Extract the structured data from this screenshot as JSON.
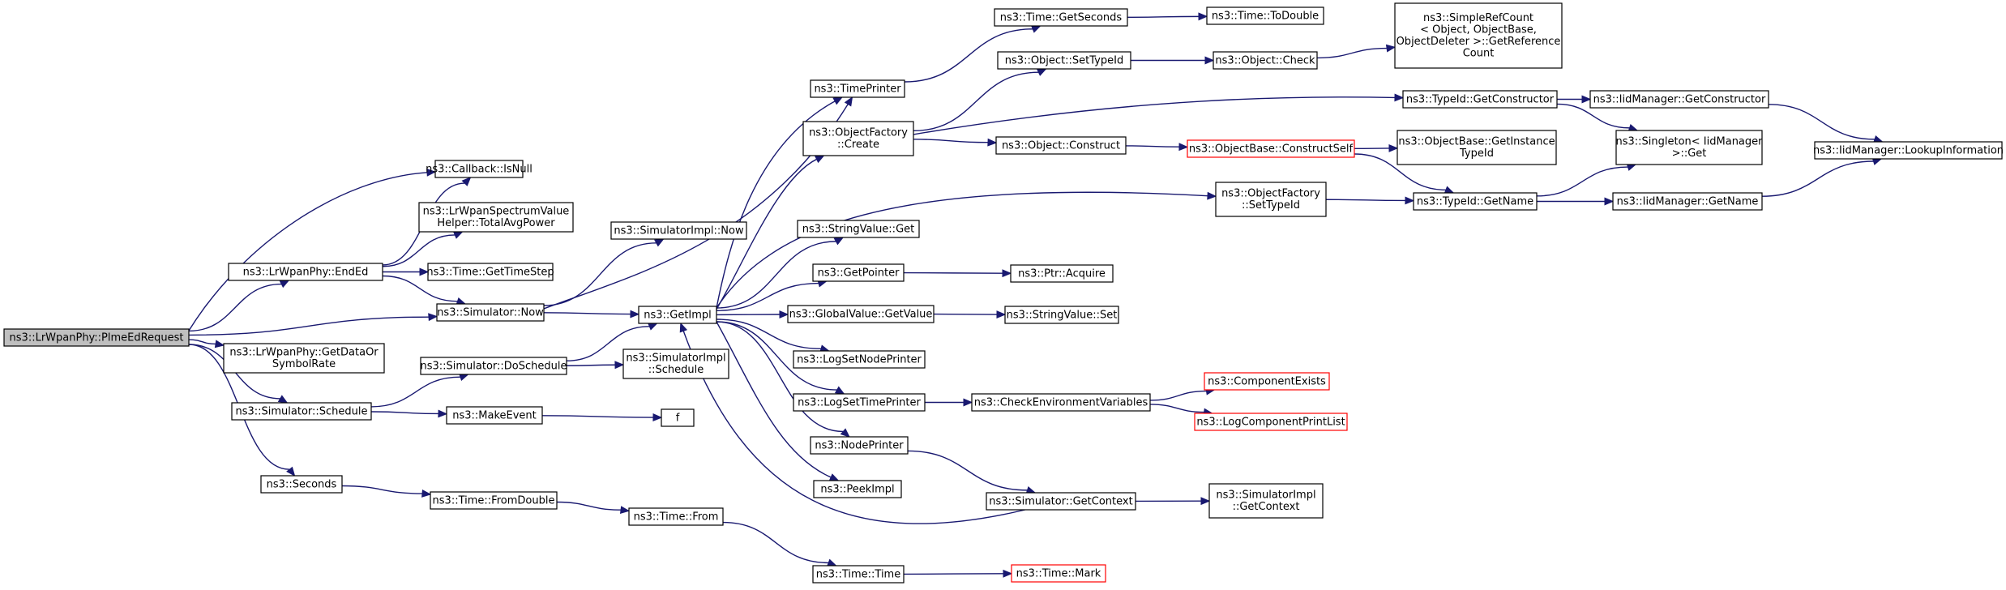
{
  "nodes": {
    "root": [
      "ns3::LrWpanPhy::PlmeEdRequest"
    ],
    "endEd": [
      "ns3::LrWpanPhy::EndEd"
    ],
    "getDataOrSymbolRate": [
      "ns3::LrWpanPhy::GetDataOr",
      "SymbolRate"
    ],
    "simSchedule": [
      "ns3::Simulator::Schedule"
    ],
    "seconds": [
      "ns3::Seconds"
    ],
    "callbackIsNull": [
      "ns3::Callback::IsNull"
    ],
    "spectrumTotalAvgPower": [
      "ns3::LrWpanSpectrumValue",
      "Helper::TotalAvgPower"
    ],
    "timeGetTimeStep": [
      "ns3::Time::GetTimeStep"
    ],
    "simNow": [
      "ns3::Simulator::Now"
    ],
    "simDoSchedule": [
      "ns3::Simulator::DoSchedule"
    ],
    "makeEvent": [
      "ns3::MakeEvent"
    ],
    "timeFromDouble": [
      "ns3::Time::FromDouble"
    ],
    "simImplNow": [
      "ns3::SimulatorImpl::Now"
    ],
    "getImpl": [
      "ns3::GetImpl"
    ],
    "simImplSchedule": [
      "ns3::SimulatorImpl",
      "::Schedule"
    ],
    "f": [
      "f"
    ],
    "timeFrom": [
      "ns3::Time::From"
    ],
    "timePrinter": [
      "ns3::TimePrinter"
    ],
    "objFactoryCreate": [
      "ns3::ObjectFactory",
      "::Create"
    ],
    "stringValueGet": [
      "ns3::StringValue::Get"
    ],
    "getPointer": [
      "ns3::GetPointer"
    ],
    "globalValueGetValue": [
      "ns3::GlobalValue::GetValue"
    ],
    "logSetNodePrinter": [
      "ns3::LogSetNodePrinter"
    ],
    "logSetTimePrinter": [
      "ns3::LogSetTimePrinter"
    ],
    "nodePrinter": [
      "ns3::NodePrinter"
    ],
    "peekImpl": [
      "ns3::PeekImpl"
    ],
    "timeTime": [
      "ns3::Time::Time"
    ],
    "timeGetSeconds": [
      "ns3::Time::GetSeconds"
    ],
    "objSetTypeId": [
      "ns3::Object::SetTypeId"
    ],
    "objConstruct": [
      "ns3::Object::Construct"
    ],
    "ptrAcquire": [
      "ns3::Ptr::Acquire"
    ],
    "stringValueSet": [
      "ns3::StringValue::Set"
    ],
    "checkEnvVars": [
      "ns3::CheckEnvironmentVariables"
    ],
    "simGetContext": [
      "ns3::Simulator::GetContext"
    ],
    "timeToDouble": [
      "ns3::Time::ToDouble"
    ],
    "objCheck": [
      "ns3::Object::Check"
    ],
    "objBaseConstructSelf": [
      "ns3::ObjectBase::ConstructSelf"
    ],
    "objFactorySetTypeId": [
      "ns3::ObjectFactory",
      "::SetTypeId"
    ],
    "componentExists": [
      "ns3::ComponentExists"
    ],
    "logComponentPrintList": [
      "ns3::LogComponentPrintList"
    ],
    "simImplGetContext": [
      "ns3::SimulatorImpl",
      "::GetContext"
    ],
    "timeMark": [
      "ns3::Time::Mark"
    ],
    "simpleRefCount": [
      "ns3::SimpleRefCount",
      "< Object, ObjectBase,",
      " ObjectDeleter >::GetReference",
      "Count"
    ],
    "typeIdGetConstructor": [
      "ns3::TypeId::GetConstructor"
    ],
    "objBaseGetInstanceTypeId": [
      "ns3::ObjectBase::GetInstance",
      "TypeId"
    ],
    "typeIdGetName": [
      "ns3::TypeId::GetName"
    ],
    "iidGetConstructor": [
      "ns3::IidManager::GetConstructor"
    ],
    "singletonGet": [
      "ns3::Singleton< IidManager",
      " >::Get"
    ],
    "iidGetName": [
      "ns3::IidManager::GetName"
    ],
    "iidLookupInformation": [
      "ns3::IidManager::LookupInformation"
    ]
  },
  "colors": {
    "edge": "#191970",
    "border": "#000000",
    "truncated_border": "#ff0000",
    "root_fill": "#bfbfbf"
  }
}
